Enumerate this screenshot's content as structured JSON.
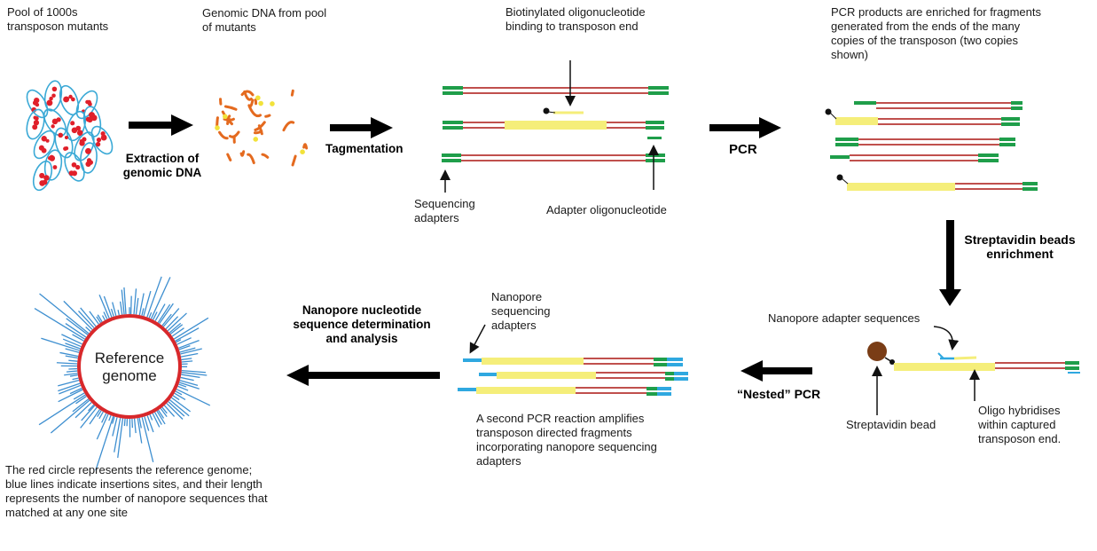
{
  "labels": {
    "pool": "Pool of 1000s transposon mutants",
    "genomic": "Genomic DNA from pool of mutants",
    "biotin": "Biotinylated oligonucleotide binding to transposon end",
    "pcr_products": "PCR products are enriched for fragments generated from the ends of the many copies of the transposon (two copies shown)",
    "extraction": "Extraction of genomic DNA",
    "tagmentation": "Tagmentation",
    "pcr": "PCR",
    "seq_adapters": "Sequencing adapters",
    "adapter_oligo": "Adapter oligonucleotide",
    "streptavidin_enrich": "Streptavidin beads enrichment",
    "nanopore_adapter_seqs": "Nanopore adapter sequences",
    "streptavidin_bead": "Streptavidin bead",
    "oligo_hybridises": "Oligo hybridises within captured transposon end.",
    "nested_pcr": "“Nested” PCR",
    "nanopore_seq_adapters": "Nanopore sequencing adapters",
    "second_pcr": "A second PCR reaction amplifies transposon directed fragments incorporating nanopore sequencing adapters",
    "nanopore_analysis": "Nanopore nucleotide sequence determination and analysis",
    "reference_genome": "Reference genome",
    "red_circle_caption": "The red circle represents the reference genome; blue lines indicate insertions sites, and their length represents the number of nanopore sequences that matched at any one site"
  },
  "colors": {
    "dna_red": "#c0504d",
    "transposon_yellow": "#f5ee7a",
    "adapter_green": "#1f9e4a",
    "nanopore_blue": "#2fa8e0",
    "cell_outline": "#3aa9d6",
    "cell_dots": "#e0202a",
    "bead_brown": "#7a3d16",
    "genome_circle": "#d8282b",
    "insertion_blue": "#3e8fd0",
    "arrow": "#000000"
  }
}
